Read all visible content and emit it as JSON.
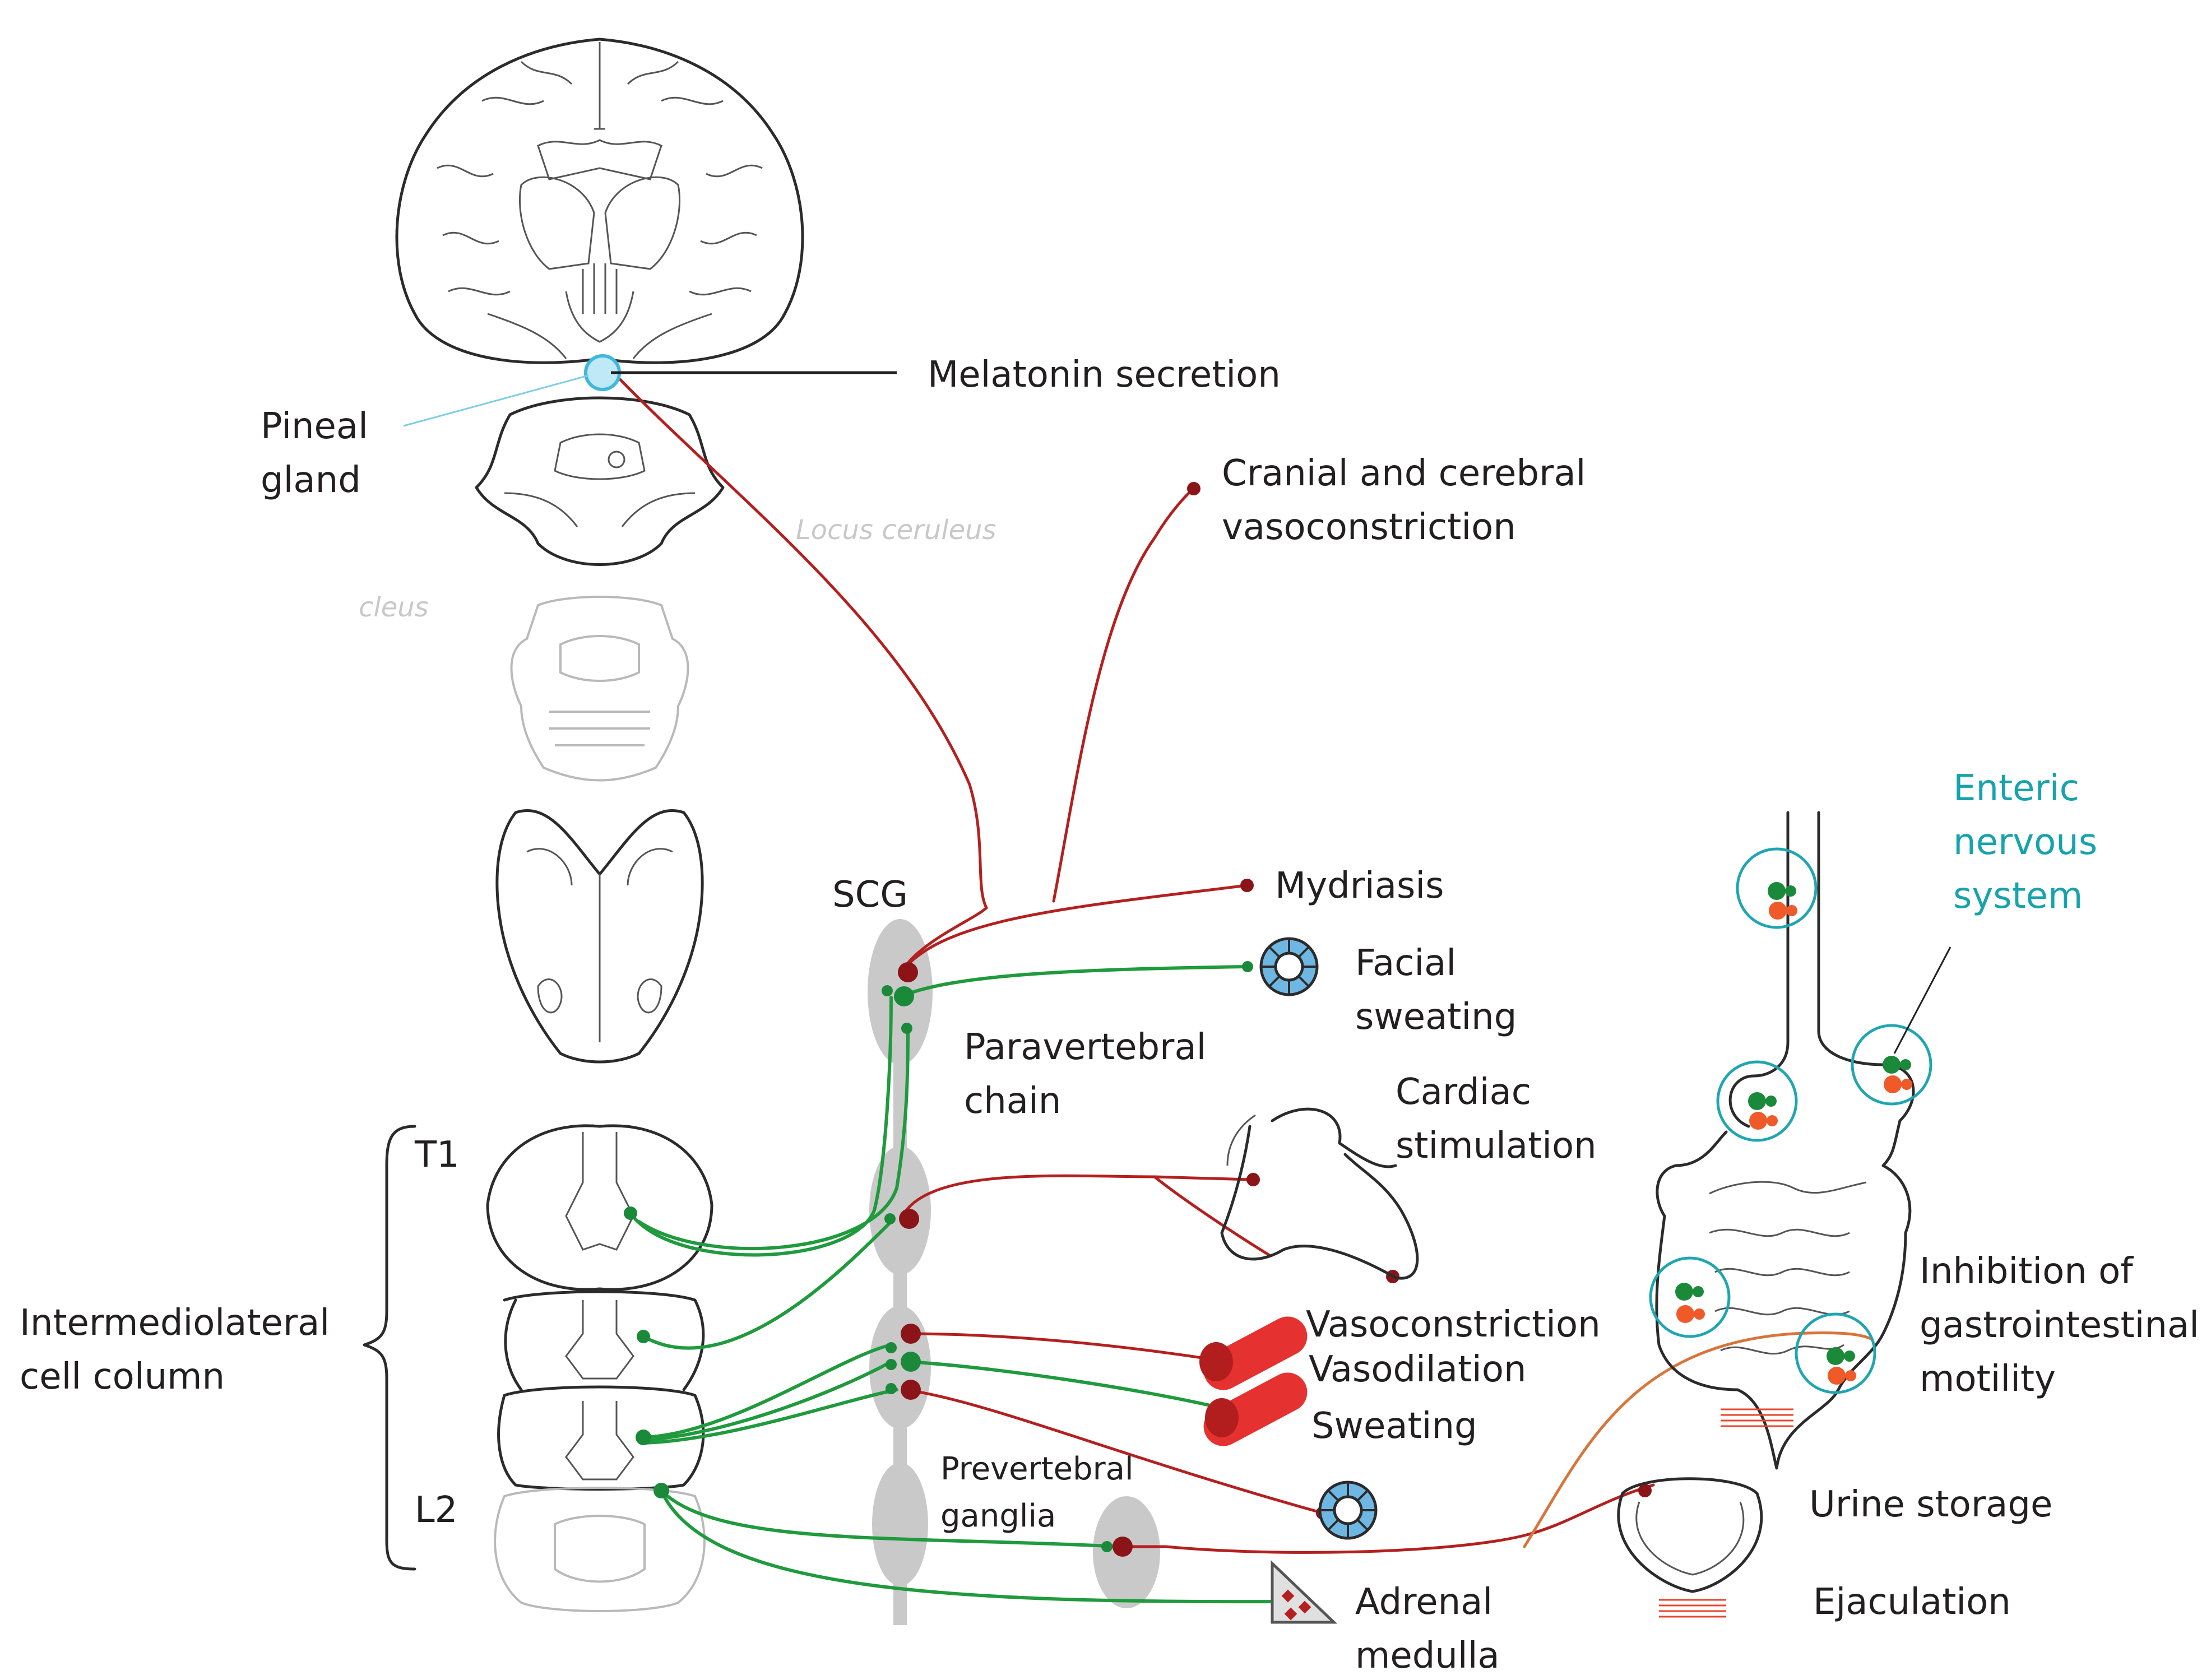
{
  "labels": {
    "melatonin": "Melatonin secretion",
    "pineal_1": "Pineal",
    "pineal_2": "gland",
    "cranial_1": "Cranial and cerebral",
    "cranial_2": "vasoconstriction",
    "locus": "Locus ceruleus",
    "faint_nucleus": "cleus",
    "scg": "SCG",
    "mydriasis": "Mydriasis",
    "facial_1": "Facial",
    "facial_2": "sweating",
    "paravert_1": "Paravertebral",
    "paravert_2": "chain",
    "cardiac_1": "Cardiac",
    "cardiac_2": "stimulation",
    "t1": "T1",
    "l2": "L2",
    "iml_1": "Intermediolateral",
    "iml_2": "cell column",
    "vasoconstriction": "Vasoconstriction",
    "vasodilation": "Vasodilation",
    "sweating": "Sweating",
    "prevert_1": "Prevertebral",
    "prevert_2": "ganglia",
    "adrenal_1": "Adrenal",
    "adrenal_2": "medulla",
    "urine": "Urine storage",
    "ejaculation": "Ejaculation",
    "enteric_1": "Enteric",
    "enteric_2": "nervous",
    "enteric_3": "system",
    "gi_1": "Inhibition of",
    "gi_2": "gastrointestinal",
    "gi_3": "motility"
  },
  "colors": {
    "postganglionic": "#b3201f",
    "preganglionic": "#1f9a3d",
    "enteric_label": "#17a3ad",
    "pineal_highlight": "#5cc8e6",
    "gland_fill": "#6fb7e3",
    "vessel": "#e5312f"
  }
}
